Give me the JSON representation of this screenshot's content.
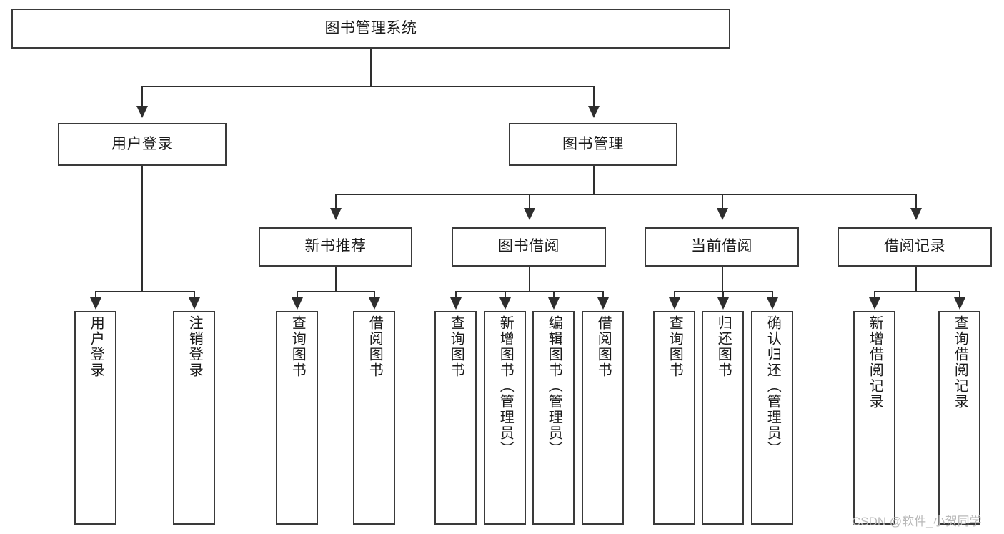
{
  "diagram": {
    "title": "图书管理系统",
    "type": "tree-hierarchy",
    "root": {
      "label": "图书管理系统"
    },
    "level2": [
      {
        "label": "用户登录"
      },
      {
        "label": "图书管理"
      }
    ],
    "level3": [
      {
        "label": "新书推荐"
      },
      {
        "label": "图书借阅"
      },
      {
        "label": "当前借阅"
      },
      {
        "label": "借阅记录"
      }
    ],
    "leaves": {
      "user_login": [
        {
          "label": "用户登录"
        },
        {
          "label": "注销登录"
        }
      ],
      "new_book_recommend": [
        {
          "label": "查询图书"
        },
        {
          "label": "借阅图书"
        }
      ],
      "book_borrow": [
        {
          "label": "查询图书"
        },
        {
          "label": "新增图书（管理员）"
        },
        {
          "label": "编辑图书（管理员）"
        },
        {
          "label": "借阅图书"
        }
      ],
      "current_borrow": [
        {
          "label": "查询图书"
        },
        {
          "label": "归还图书"
        },
        {
          "label": "确认归还（管理员）"
        }
      ],
      "borrow_record": [
        {
          "label": "新增借阅记录"
        },
        {
          "label": "查询借阅记录"
        }
      ]
    }
  },
  "watermark": {
    "text": "CSDN @软件_小贺同学"
  },
  "colors": {
    "box_border": "#3a3a3a",
    "connector": "#2e2e2e",
    "text": "#1a1a1a",
    "background": "#ffffff",
    "watermark": "#b9b9b9"
  }
}
